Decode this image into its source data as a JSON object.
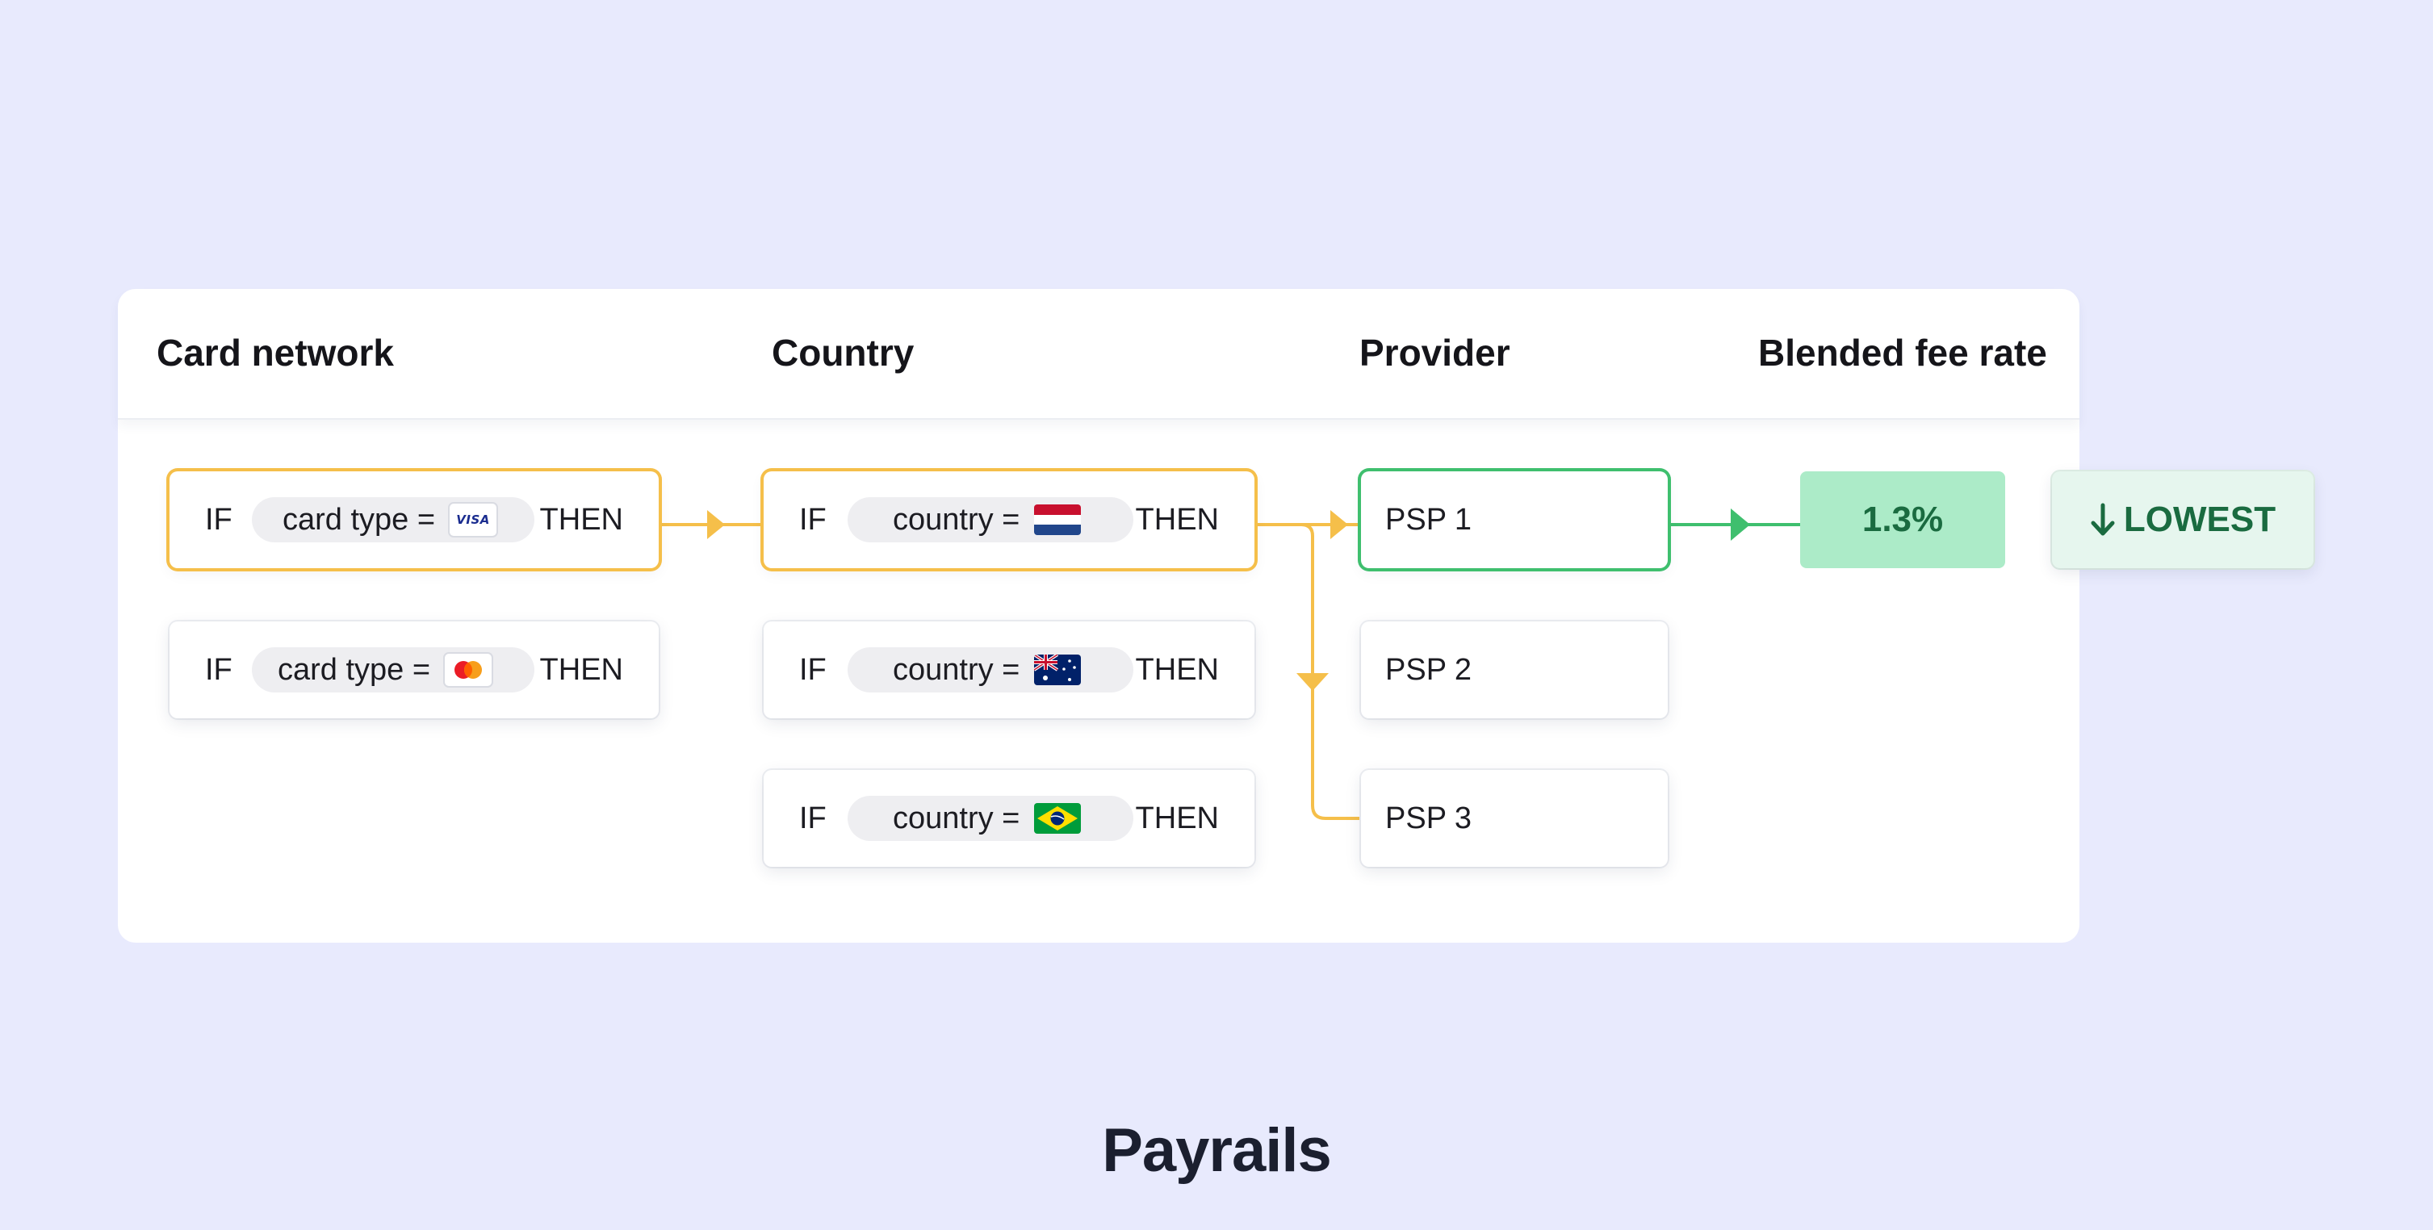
{
  "headers": {
    "card_network": "Card network",
    "country": "Country",
    "provider": "Provider",
    "blended_fee_rate": "Blended fee rate"
  },
  "card_rules": [
    {
      "if": "IF",
      "condition": "card type =",
      "logo": "visa-logo",
      "logo_text": "VISA",
      "then": "THEN",
      "active": true
    },
    {
      "if": "IF",
      "condition": "card type =",
      "logo": "mastercard-logo",
      "then": "THEN",
      "active": false
    }
  ],
  "country_rules": [
    {
      "if": "IF",
      "condition": "country =",
      "flag": "netherlands-flag",
      "then": "THEN",
      "active": true
    },
    {
      "if": "IF",
      "condition": "country =",
      "flag": "australia-flag",
      "then": "THEN",
      "active": false
    },
    {
      "if": "IF",
      "condition": "country =",
      "flag": "brazil-flag",
      "then": "THEN",
      "active": false
    }
  ],
  "providers": [
    {
      "label": "PSP 1",
      "active": true
    },
    {
      "label": "PSP 2",
      "active": false
    },
    {
      "label": "PSP 3",
      "active": false
    }
  ],
  "fee": {
    "value": "1.3%"
  },
  "badge": {
    "icon": "arrow-down-icon",
    "label": "LOWEST"
  },
  "brand": {
    "name": "Payrails"
  },
  "colors": {
    "background": "#e8eafd",
    "active_rule": "#f5bf4a",
    "active_provider": "#3fbf6e",
    "fee_fill": "#acebc8",
    "fee_text": "#1a6b40",
    "badge_fill": "#e6f6ee"
  }
}
